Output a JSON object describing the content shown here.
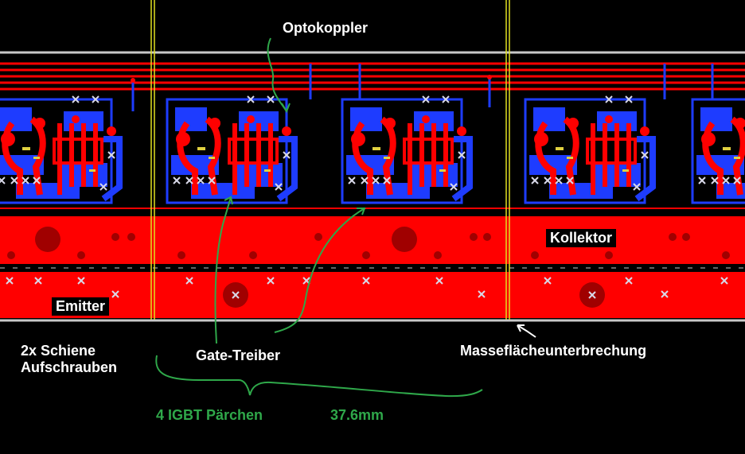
{
  "labels": {
    "optokoppler": "Optokoppler",
    "kollektor": "Kollektor",
    "emitter": "Emitter",
    "schiene_line1": "2x Schiene",
    "schiene_line2": "Aufschrauben",
    "gate_treiber": "Gate-Treiber",
    "massefläche": "Masseflächeunterbrechung",
    "igbt_paerchen": "4 IGBT Pärchen",
    "abstand": "37.6mm"
  },
  "colors": {
    "background": "#000000",
    "copper_top": "#ff0000",
    "copper_bottom": "#1e3cff",
    "dark_red_pad": "#a00000",
    "via_cross": "#d8d8e8",
    "annotation_green": "#2fa84a",
    "annotation_text": "#ffffff",
    "board_edge": "#c8c8c8",
    "divider": "#e0e020"
  }
}
